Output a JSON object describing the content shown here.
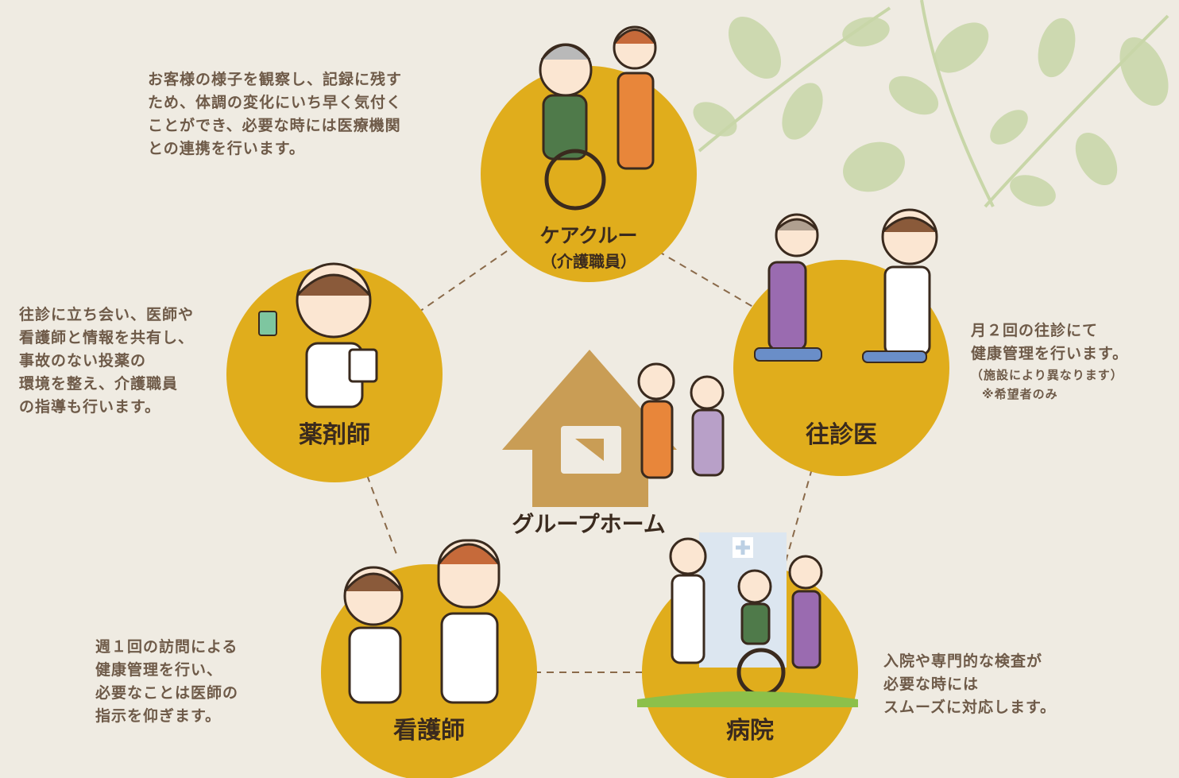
{
  "center": {
    "label": "グループホーム"
  },
  "nodes": {
    "care_crew": {
      "label": "ケアクルー",
      "sublabel": "（介護職員）"
    },
    "pharmacist": {
      "label": "薬剤師"
    },
    "home_doctor": {
      "label": "往診医"
    },
    "nurse": {
      "label": "看護師"
    },
    "hospital": {
      "label": "病院"
    }
  },
  "descriptions": {
    "care_crew": [
      "お客様の様子を観察し、記録に残す",
      "ため、体調の変化にいち早く気付く",
      "ことができ、必要な時には医療機関",
      "との連携を行います。"
    ],
    "pharmacist": [
      "往診に立ち会い、医師や",
      "看護師と情報を共有し、",
      "事故のない投薬の",
      "環境を整え、介護職員",
      "の指導も行います。"
    ],
    "home_doctor": [
      "月２回の往診にて",
      "健康管理を行います。"
    ],
    "home_doctor_notes": [
      "（施設により異なります）",
      "※希望者のみ"
    ],
    "nurse": [
      "週１回の訪問による",
      "健康管理を行い、",
      "必要なことは医師の",
      "指示を仰ぎます。"
    ],
    "hospital": [
      "入院や専門的な検査が",
      "必要な時には",
      "スムーズに対応します。"
    ]
  },
  "colors": {
    "background": "#efebe2",
    "circle": "#e0ad1c",
    "house": "#c99d55",
    "connector": "#8a6a4a",
    "leaves": "#c8d6a8",
    "text": "#6e5a48",
    "label": "#3a2a1e"
  }
}
